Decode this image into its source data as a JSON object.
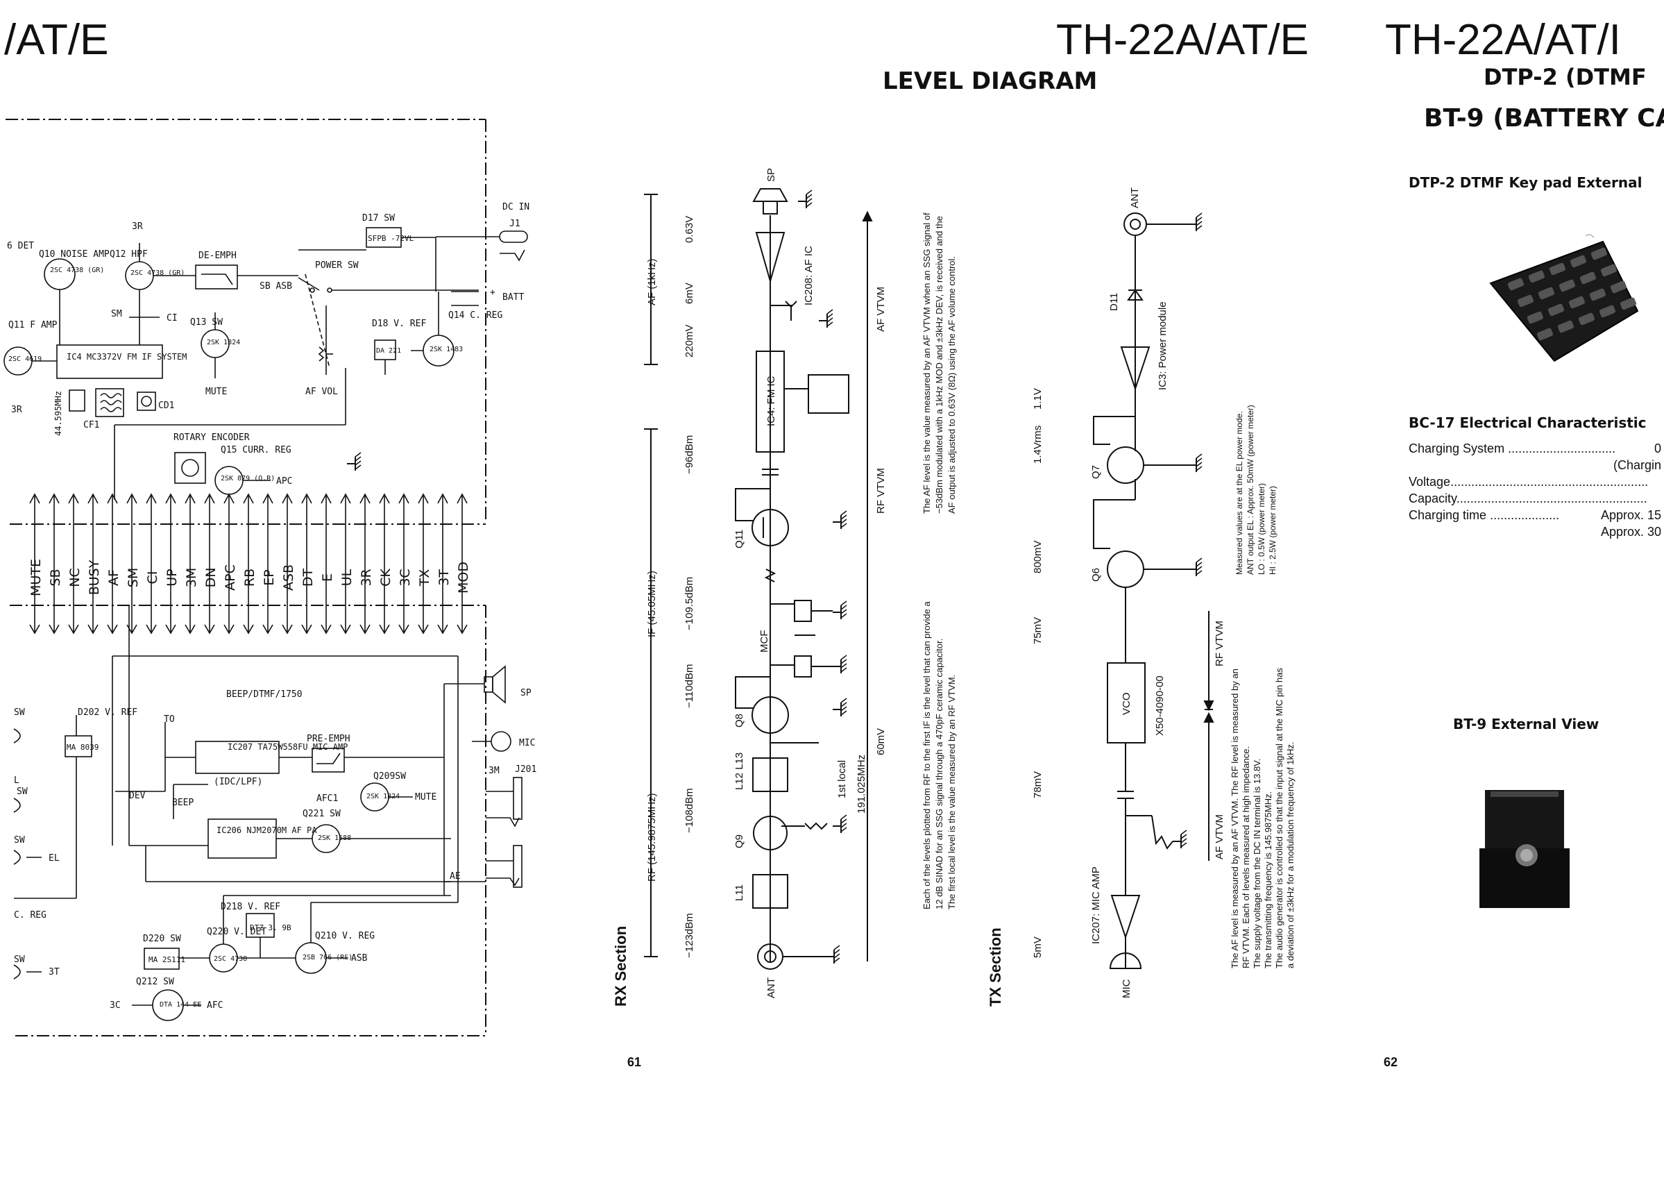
{
  "header": {
    "left_title": "/AT/E",
    "center_title": "TH-22A/AT/E",
    "center_subtitle": "LEVEL DIAGRAM",
    "right_title": "TH-22A/AT/I",
    "right_subtitle1": "DTP-2 (DTMF",
    "right_subtitle2": "BT-9 (BATTERY CA:"
  },
  "schematic": {
    "dc_in": "DC IN",
    "j1": "J1",
    "d17_sw": "D17 SW",
    "d17_part": "SFPB -72VL",
    "power_sw": "POWER SW",
    "batt": "BATT",
    "plus": "+",
    "minus": "-",
    "sb_asb": "SB ASB",
    "q14": "Q14 C. REG",
    "q14_part": "2SK 1483",
    "d18": "D18 V. REF",
    "d18_part": "DA 221",
    "af_vol": "AF VOL",
    "q10": "Q10 NOISE AMP",
    "q10_part": "2SC 4738 (GR)",
    "det": "6 DET",
    "r3": "3R",
    "q12": "Q12 HPF",
    "q12_part": "2SC 4738 (GR)",
    "de_emph": "DE-EMPH",
    "sb": "SB",
    "sm": "SM",
    "ci": "CI",
    "q13": "Q13 SW",
    "q13_part": "2SK 1824",
    "mute": "MUTE",
    "q11": "Q11 F AMP",
    "q11_part": "2SC 4619",
    "ic4": "IC4 MC3372V FM IF SYSTEM",
    "xtal": "44.595MHz",
    "cf1": "CF1",
    "cd1": "CD1",
    "rotary": "ROTARY ENCODER",
    "q15": "Q15 CURR. REG",
    "q15_part": "2SK 879 (Q.R)",
    "apc": "APC",
    "bus": [
      "MUTE",
      "SB",
      "NC",
      "BUSY",
      "AF",
      "SM",
      "CI",
      "UP",
      "3M",
      "DN",
      "APC",
      "RB",
      "EP",
      "ASB",
      "DT",
      "E",
      "UL",
      "3R",
      "CK",
      "3C",
      "TX",
      "3T",
      "MOD"
    ],
    "beep_dtmf": "BEEP/DTMF/1750",
    "to": "TO",
    "ic207": "IC207 TA75W558FU MIC AMP",
    "idc_lpf": "(IDC/LPF)",
    "pre_emph": "PRE-EMPH",
    "q209": "Q209SW",
    "q209_part": "2SK 1824",
    "mute2": "MUTE",
    "dev": "DEV",
    "beep": "BEEP",
    "afc1": "AFC1",
    "q221": "Q221 SW",
    "q221_part": "2SK 1588",
    "ic206": "IC206 NJM2070M AF PA",
    "sp": "SP",
    "mic": "MIC",
    "j201": "J201",
    "m3": "3M",
    "ae": "AE",
    "d202": "D202 V. REF",
    "d202_part": "MA 8039",
    "sw": "SW",
    "l": "L",
    "el": "EL",
    "creg": "C. REG",
    "t3": "3T",
    "d218": "D218 V. REF",
    "d218_part": "DTZ 3. 9B",
    "q220": "Q220 V. DET",
    "q220_part": "2SC 4738",
    "d220": "D220 SW",
    "d220_part": "MA 2S111",
    "q210": "Q210 V. REG",
    "q210_part": "2SB 766 (RS)",
    "asb": "ASB",
    "q212": "Q212 SW",
    "q212_part": "DTA 144 EE",
    "c3": "3C",
    "afc": "AFC"
  },
  "rx": {
    "section": "RX Section",
    "sp": "SP",
    "ant": "ANT",
    "ic208": "IC208: AF IC",
    "ic4": "IC4: FM IC",
    "q11": "Q11",
    "mcf": "MCF",
    "q8": "Q8",
    "l12l13": "L12 L13",
    "q9": "Q9",
    "l11": "L11",
    "af_range": "AF (1kHz)",
    "if_range": "IF (45.05MHz)",
    "rf_range": "RF (145.9875MHz)",
    "levels": [
      "0.63V",
      "6mV",
      "220mV",
      "−96dBm",
      "−109.5dBm",
      "−110dBm",
      "−108dBm",
      "−123dBm"
    ],
    "af_vtvm": "AF VTVM",
    "rf_vtvm": "RF VTVM",
    "first_local": "1st local",
    "freq": "191.025MHz",
    "local_level": "60mV",
    "note_af": [
      "The AF level is the value measured by an AF VTVM when an SSG signal of",
      "−53dBm modulated with a 1kHz MOD and ±3kHz DEV, is received and the",
      "AF output is adjusted to 0.63V (8Ω) using the AF volume control."
    ],
    "note_if": [
      "Each of the levels plotted from RF to the first IF is the level that can provide a",
      "12 dB SINAD for an SSG signal through a 470pF ceramic capacitor.",
      "The first local level is the value measured by an RF VTVM."
    ],
    "page": "61"
  },
  "tx": {
    "section": "TX Section",
    "ant": "ANT",
    "d11": "D11",
    "ic3": "IC3: Power module",
    "q7": "Q7",
    "q6": "Q6",
    "vco": "VCO",
    "vco_part": "X50-4090-00",
    "ic207": "IC207: MIC AMP",
    "mic": "MIC",
    "levels": [
      "1.1V",
      "1.4Vrms",
      "800mV",
      "75mV",
      "78mV",
      "5mV"
    ],
    "rf_vtvm": "RF VTVM",
    "af_vtvm": "AF VTVM",
    "note_power": [
      "Measured values are at the EL power mode.",
      "ANT output   EL : Approx. 50mW (power meter)",
      "LO : 0.5W (power meter)",
      "HI : 2.5W (power meter)"
    ],
    "note_main": [
      "The AF level is measured by an AF VTVM. The RF level is measured by an",
      "RF VTVM. Each of levels measured at high impedance.",
      "The supply voltage from the DC IN terminal is 13.8V.",
      "The transmitting frequency is 145.9875MHz.",
      "The audio generator is controlled so that the input signal at the MIC pin has",
      "a deviation of ±3kHz for a modulation frequency of 1kHz."
    ]
  },
  "right": {
    "dtp2_heading": "DTP-2 DTMF Key pad  External",
    "bc17_heading": "BC-17 Electrical Characteristic",
    "rows": [
      {
        "label": "Charging System ",
        "dots": "...............................",
        "value": "0"
      },
      {
        "label": "",
        "dots": "",
        "value": "(Chargin"
      },
      {
        "label": "Voltage",
        "dots": ".........................................................",
        "value": ""
      },
      {
        "label": "Capacity",
        "dots": ".......................................................",
        "value": ""
      },
      {
        "label": "Charging time ",
        "dots": "....................",
        "value": "Approx. 15"
      },
      {
        "label": "",
        "dots": "",
        "value": "Approx. 30"
      }
    ],
    "bt9_heading": "BT-9 External View",
    "page": "62"
  }
}
